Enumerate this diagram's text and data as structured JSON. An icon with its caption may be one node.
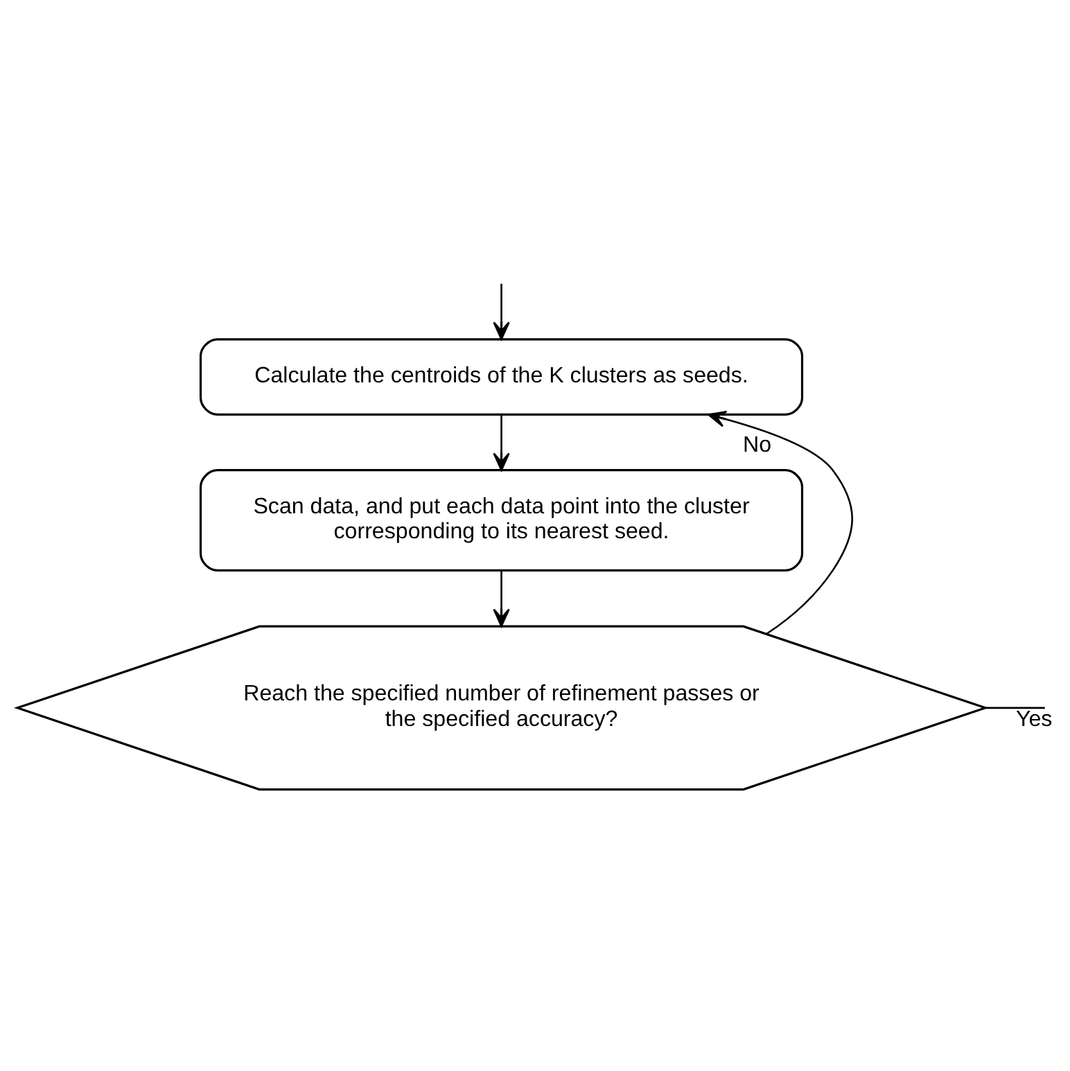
{
  "diagram": {
    "nodes": [
      {
        "text": [
          "Calculate the centroids of the K clusters as seeds."
        ]
      },
      {
        "text": [
          "Scan data, and put each data point into the cluster corresponding to its nearest seed."
        ]
      },
      {
        "text": [
          "Reach the specified number of refinement passes or the specified accuracy?"
        ]
      }
    ],
    "edges": [
      {
        "from": null,
        "to": 0,
        "arrow": "to"
      },
      {
        "from": 0,
        "to": 1,
        "arrow": "to"
      },
      {
        "from": 1,
        "to": 2,
        "arrow": "to"
      },
      {
        "from": 2,
        "to": 0,
        "label": "No",
        "arrow": "to"
      },
      {
        "from": 2,
        "to": null,
        "label": "Yes",
        "arrow": "none"
      }
    ]
  }
}
